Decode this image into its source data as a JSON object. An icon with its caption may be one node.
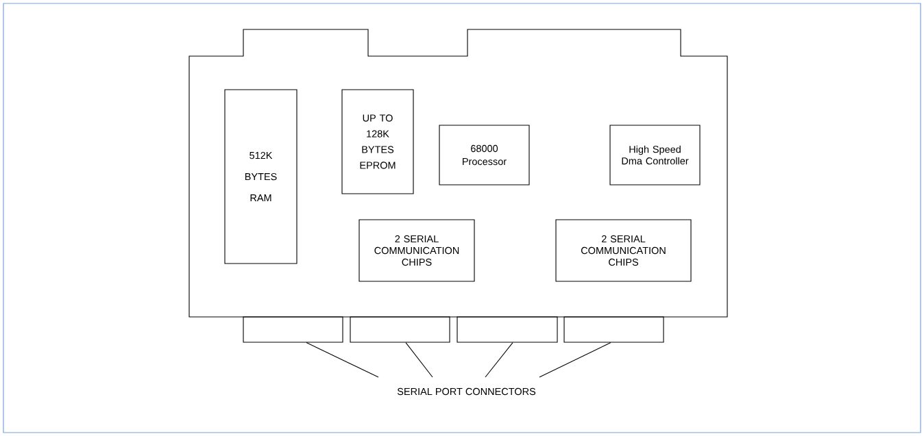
{
  "diagram": {
    "nodes": [
      {
        "text": [],
        "shape": "box"
      },
      {
        "text": [
          "512K BYTES RAM"
        ],
        "in": 0
      },
      {
        "text": [
          "UP TO 128K BYTES EPROM"
        ],
        "in": 0
      },
      {
        "text": [
          "68000 Processor"
        ],
        "in": 0
      },
      {
        "text": [
          "High Speed Dma Controller"
        ],
        "in": 0
      },
      {
        "text": [
          "2 SERIAL COMMUNICATION CHIPS"
        ],
        "in": 0
      },
      {
        "text": [
          "2 SERIAL COMMUNICATION CHIPS"
        ],
        "in": 0
      },
      {
        "text": [],
        "shape": "box"
      },
      {
        "text": [],
        "shape": "box"
      },
      {
        "text": [],
        "shape": "box"
      },
      {
        "text": [],
        "shape": "box"
      },
      {
        "text": [
          "SERIAL PORT CONNECTORS"
        ]
      }
    ],
    "edges": [
      {
        "from": 11,
        "to": 7,
        "arrow": "none"
      },
      {
        "from": 11,
        "to": 8,
        "arrow": "none"
      },
      {
        "from": 11,
        "to": 9,
        "arrow": "none"
      },
      {
        "from": 11,
        "to": 10,
        "arrow": "none"
      }
    ]
  }
}
